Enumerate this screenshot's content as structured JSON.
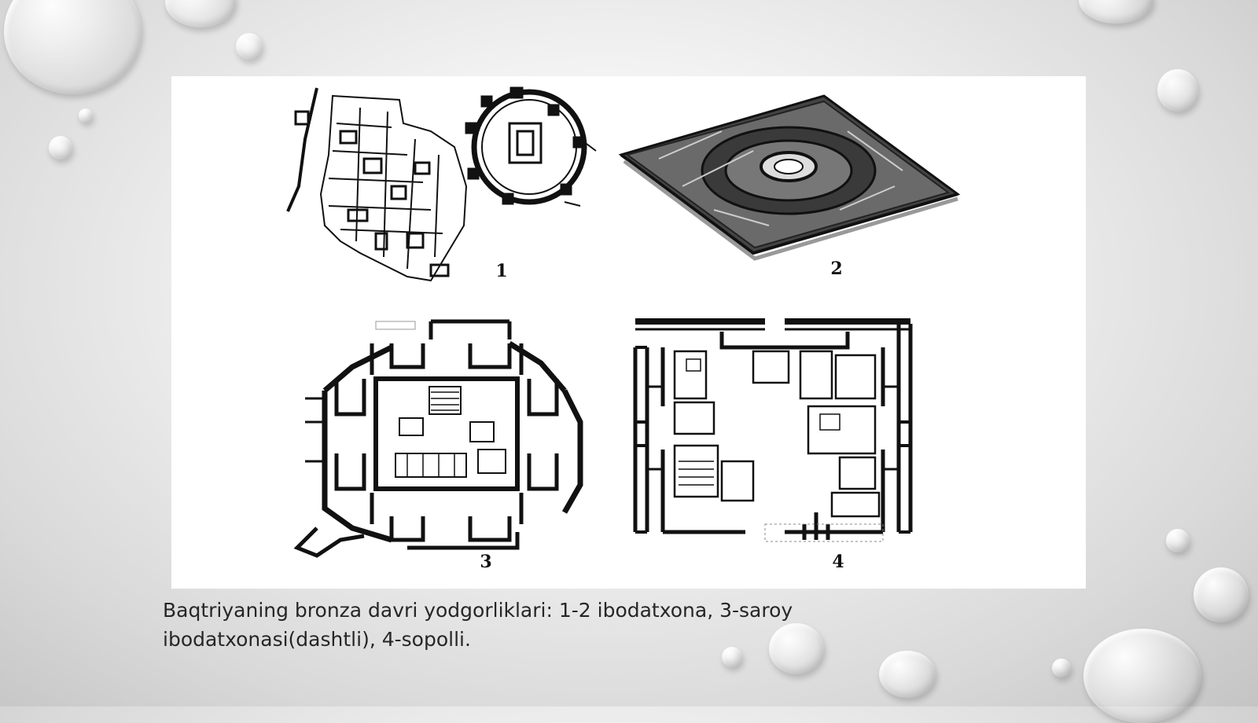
{
  "slide": {
    "figure": {
      "labels": [
        "1",
        "2",
        "3",
        "4"
      ]
    },
    "caption": {
      "line1": "Baqtriyaning bronza davri yodgorliklari: 1-2 ibodatxona, 3-saroy",
      "line2": "ibodatxonasi(dashtli), 4-sopolli."
    }
  }
}
